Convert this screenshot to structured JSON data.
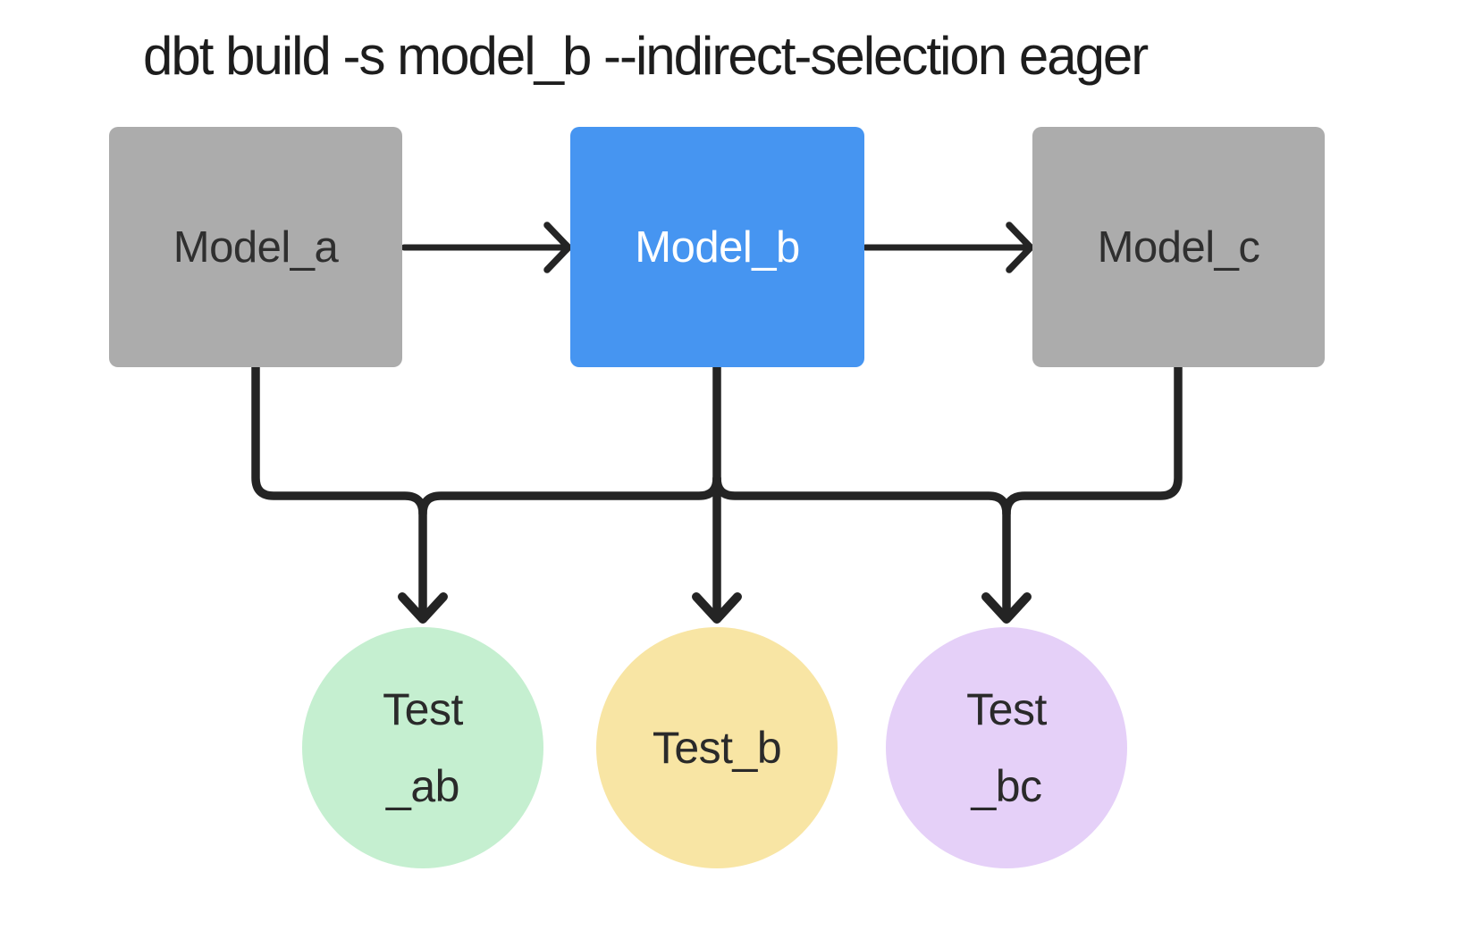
{
  "title": "dbt build -s model_b --indirect-selection eager",
  "colors": {
    "canvas-bg": "#ffffff",
    "title": "#1d1d1d",
    "line": "#242424",
    "model-box": "#acacac",
    "model-box-selected": "#4695f1",
    "model-label": "#2f2f2f",
    "model-label-selected": "#ffffff",
    "node-label": "#2a2a2a",
    "test-ab-fill": "#c5efd0",
    "test-b-fill": "#f8e5a4",
    "test-bc-fill": "#e5d0f8"
  },
  "diagram": {
    "models": [
      {
        "id": "model_a",
        "label": "Model_a",
        "selected": false
      },
      {
        "id": "model_b",
        "label": "Model_b",
        "selected": true
      },
      {
        "id": "model_c",
        "label": "Model_c",
        "selected": false
      }
    ],
    "tests": [
      {
        "id": "test_ab",
        "label_lines": [
          "Test",
          "_ab"
        ]
      },
      {
        "id": "test_b",
        "label_lines": [
          "Test_b"
        ]
      },
      {
        "id": "test_bc",
        "label_lines": [
          "Test",
          "_bc"
        ]
      }
    ],
    "edges": [
      {
        "from": "model_a",
        "to": "model_b",
        "type": "arrow"
      },
      {
        "from": "model_b",
        "to": "model_c",
        "type": "arrow"
      },
      {
        "from": "model_a",
        "to": "shared-bus",
        "type": "connector"
      },
      {
        "from": "model_b",
        "to": "shared-bus",
        "type": "connector"
      },
      {
        "from": "model_c",
        "to": "shared-bus",
        "type": "connector"
      },
      {
        "from": "shared-bus",
        "to": "test_ab",
        "type": "arrow"
      },
      {
        "from": "shared-bus",
        "to": "test_b",
        "type": "arrow"
      },
      {
        "from": "shared-bus",
        "to": "test_bc",
        "type": "arrow"
      }
    ]
  }
}
